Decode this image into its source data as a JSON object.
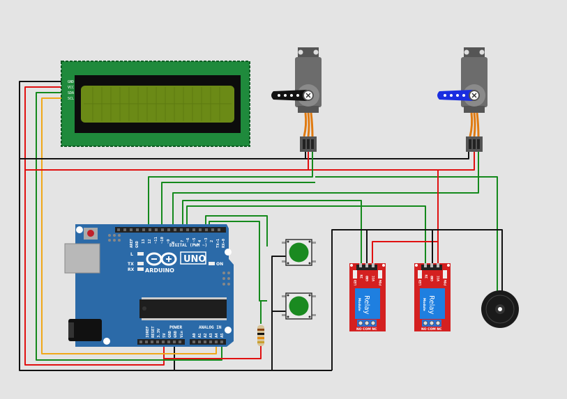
{
  "lcd": {
    "pins": [
      "GND",
      "VCC",
      "SDA",
      "SCL"
    ]
  },
  "arduino": {
    "logo_text": "ARDUINO",
    "model": "UNO",
    "digital_header": "DIGITAL (PWM ~)",
    "analog_header": "ANALOG IN",
    "power_header": "POWER",
    "on_label": "ON",
    "tx_label": "TX",
    "rx_label": "RX",
    "l_label": "L",
    "digital_pins": [
      "AREF",
      "GND",
      "13",
      "12",
      "~11",
      "~10",
      "~9",
      "8",
      "7",
      "~6",
      "~5",
      "4",
      "~3",
      "2",
      "TX→1",
      "RX←0"
    ],
    "power_pins": [
      "IOREF",
      "RESET",
      "3.3V",
      "5V",
      "GND",
      "GND",
      "Vin"
    ],
    "analog_pins": [
      "A0",
      "A1",
      "A2",
      "A3",
      "A4",
      "A5"
    ]
  },
  "relays": [
    {
      "title": "Relay",
      "subtitle": "Module",
      "pins": [
        "IN",
        "GND",
        "VCC"
      ],
      "terminals": "NO COM NC",
      "led_left": "LED",
      "led_right": "POW"
    },
    {
      "title": "Relay",
      "subtitle": "Module",
      "pins": [
        "IN",
        "GND",
        "VCC"
      ],
      "terminals": "NO COM NC",
      "led_left": "LED",
      "led_right": "POW"
    }
  ],
  "colors": {
    "background": "#e4e4e4",
    "board": "#2b6aa8",
    "lcd_pcb": "#1f8a3c",
    "lcd_screen": "#6b8a16",
    "relay_pcb": "#d42020",
    "relay_box": "#1e7fe0",
    "button_cap": "#1a8a20",
    "wire_red": "#e01010",
    "wire_black": "#111111",
    "wire_green": "#14891c",
    "wire_yellow": "#f0a818"
  }
}
